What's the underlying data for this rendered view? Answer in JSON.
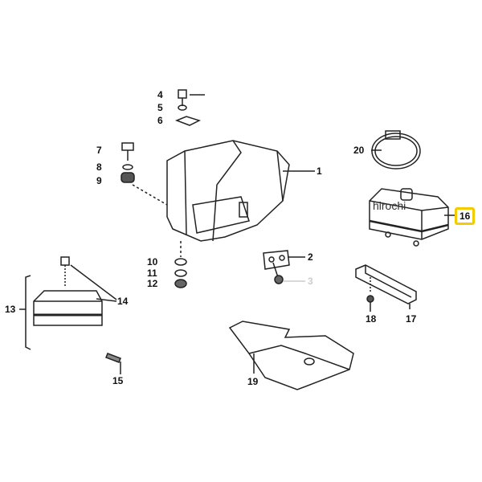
{
  "watermark": "hirochi",
  "highlight_color": "#f2cc00",
  "parts": {
    "p1": "1",
    "p2": "2",
    "p3": "3",
    "p4": "4",
    "p5": "5",
    "p6": "6",
    "p7": "7",
    "p8": "8",
    "p9": "9",
    "p10": "10",
    "p11": "11",
    "p12": "12",
    "p13": "13",
    "p14": "14",
    "p15": "15",
    "p16": "16",
    "p17": "17",
    "p18": "18",
    "p19": "19",
    "p20": "20"
  },
  "highlighted_part": "16"
}
